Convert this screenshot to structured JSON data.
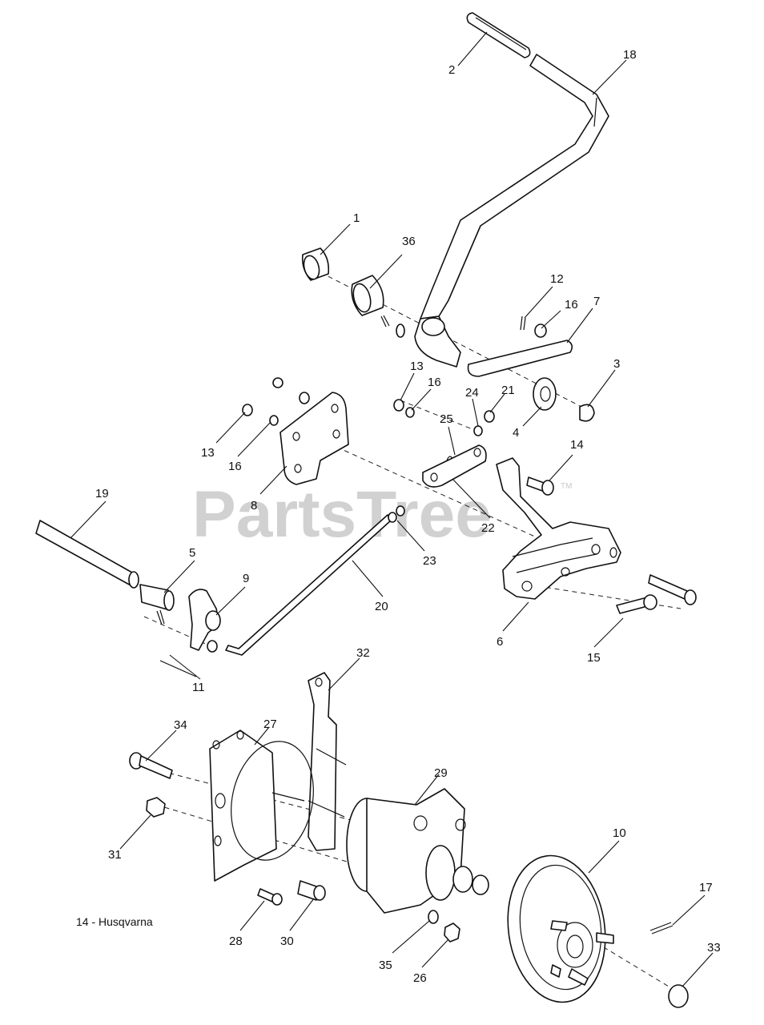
{
  "watermark": {
    "text": "PartsTree",
    "tm": "TM"
  },
  "note": "14 - Husqvarna",
  "callouts": {
    "c1": "1",
    "c2": "2",
    "c3": "3",
    "c4": "4",
    "c5": "5",
    "c6": "6",
    "c7": "7",
    "c8": "8",
    "c9": "9",
    "c10": "10",
    "c11": "11",
    "c12": "12",
    "c13a": "13",
    "c13b": "13",
    "c14": "14",
    "c15": "15",
    "c16a": "16",
    "c16b": "16",
    "c16c": "16",
    "c17": "17",
    "c18": "18",
    "c19": "19",
    "c20": "20",
    "c21": "21",
    "c22": "22",
    "c23": "23",
    "c24": "24",
    "c25": "25",
    "c26": "26",
    "c27": "27",
    "c28": "28",
    "c29": "29",
    "c30": "30",
    "c31": "31",
    "c32": "32",
    "c33": "33",
    "c34": "34",
    "c35": "35",
    "c36": "36"
  }
}
